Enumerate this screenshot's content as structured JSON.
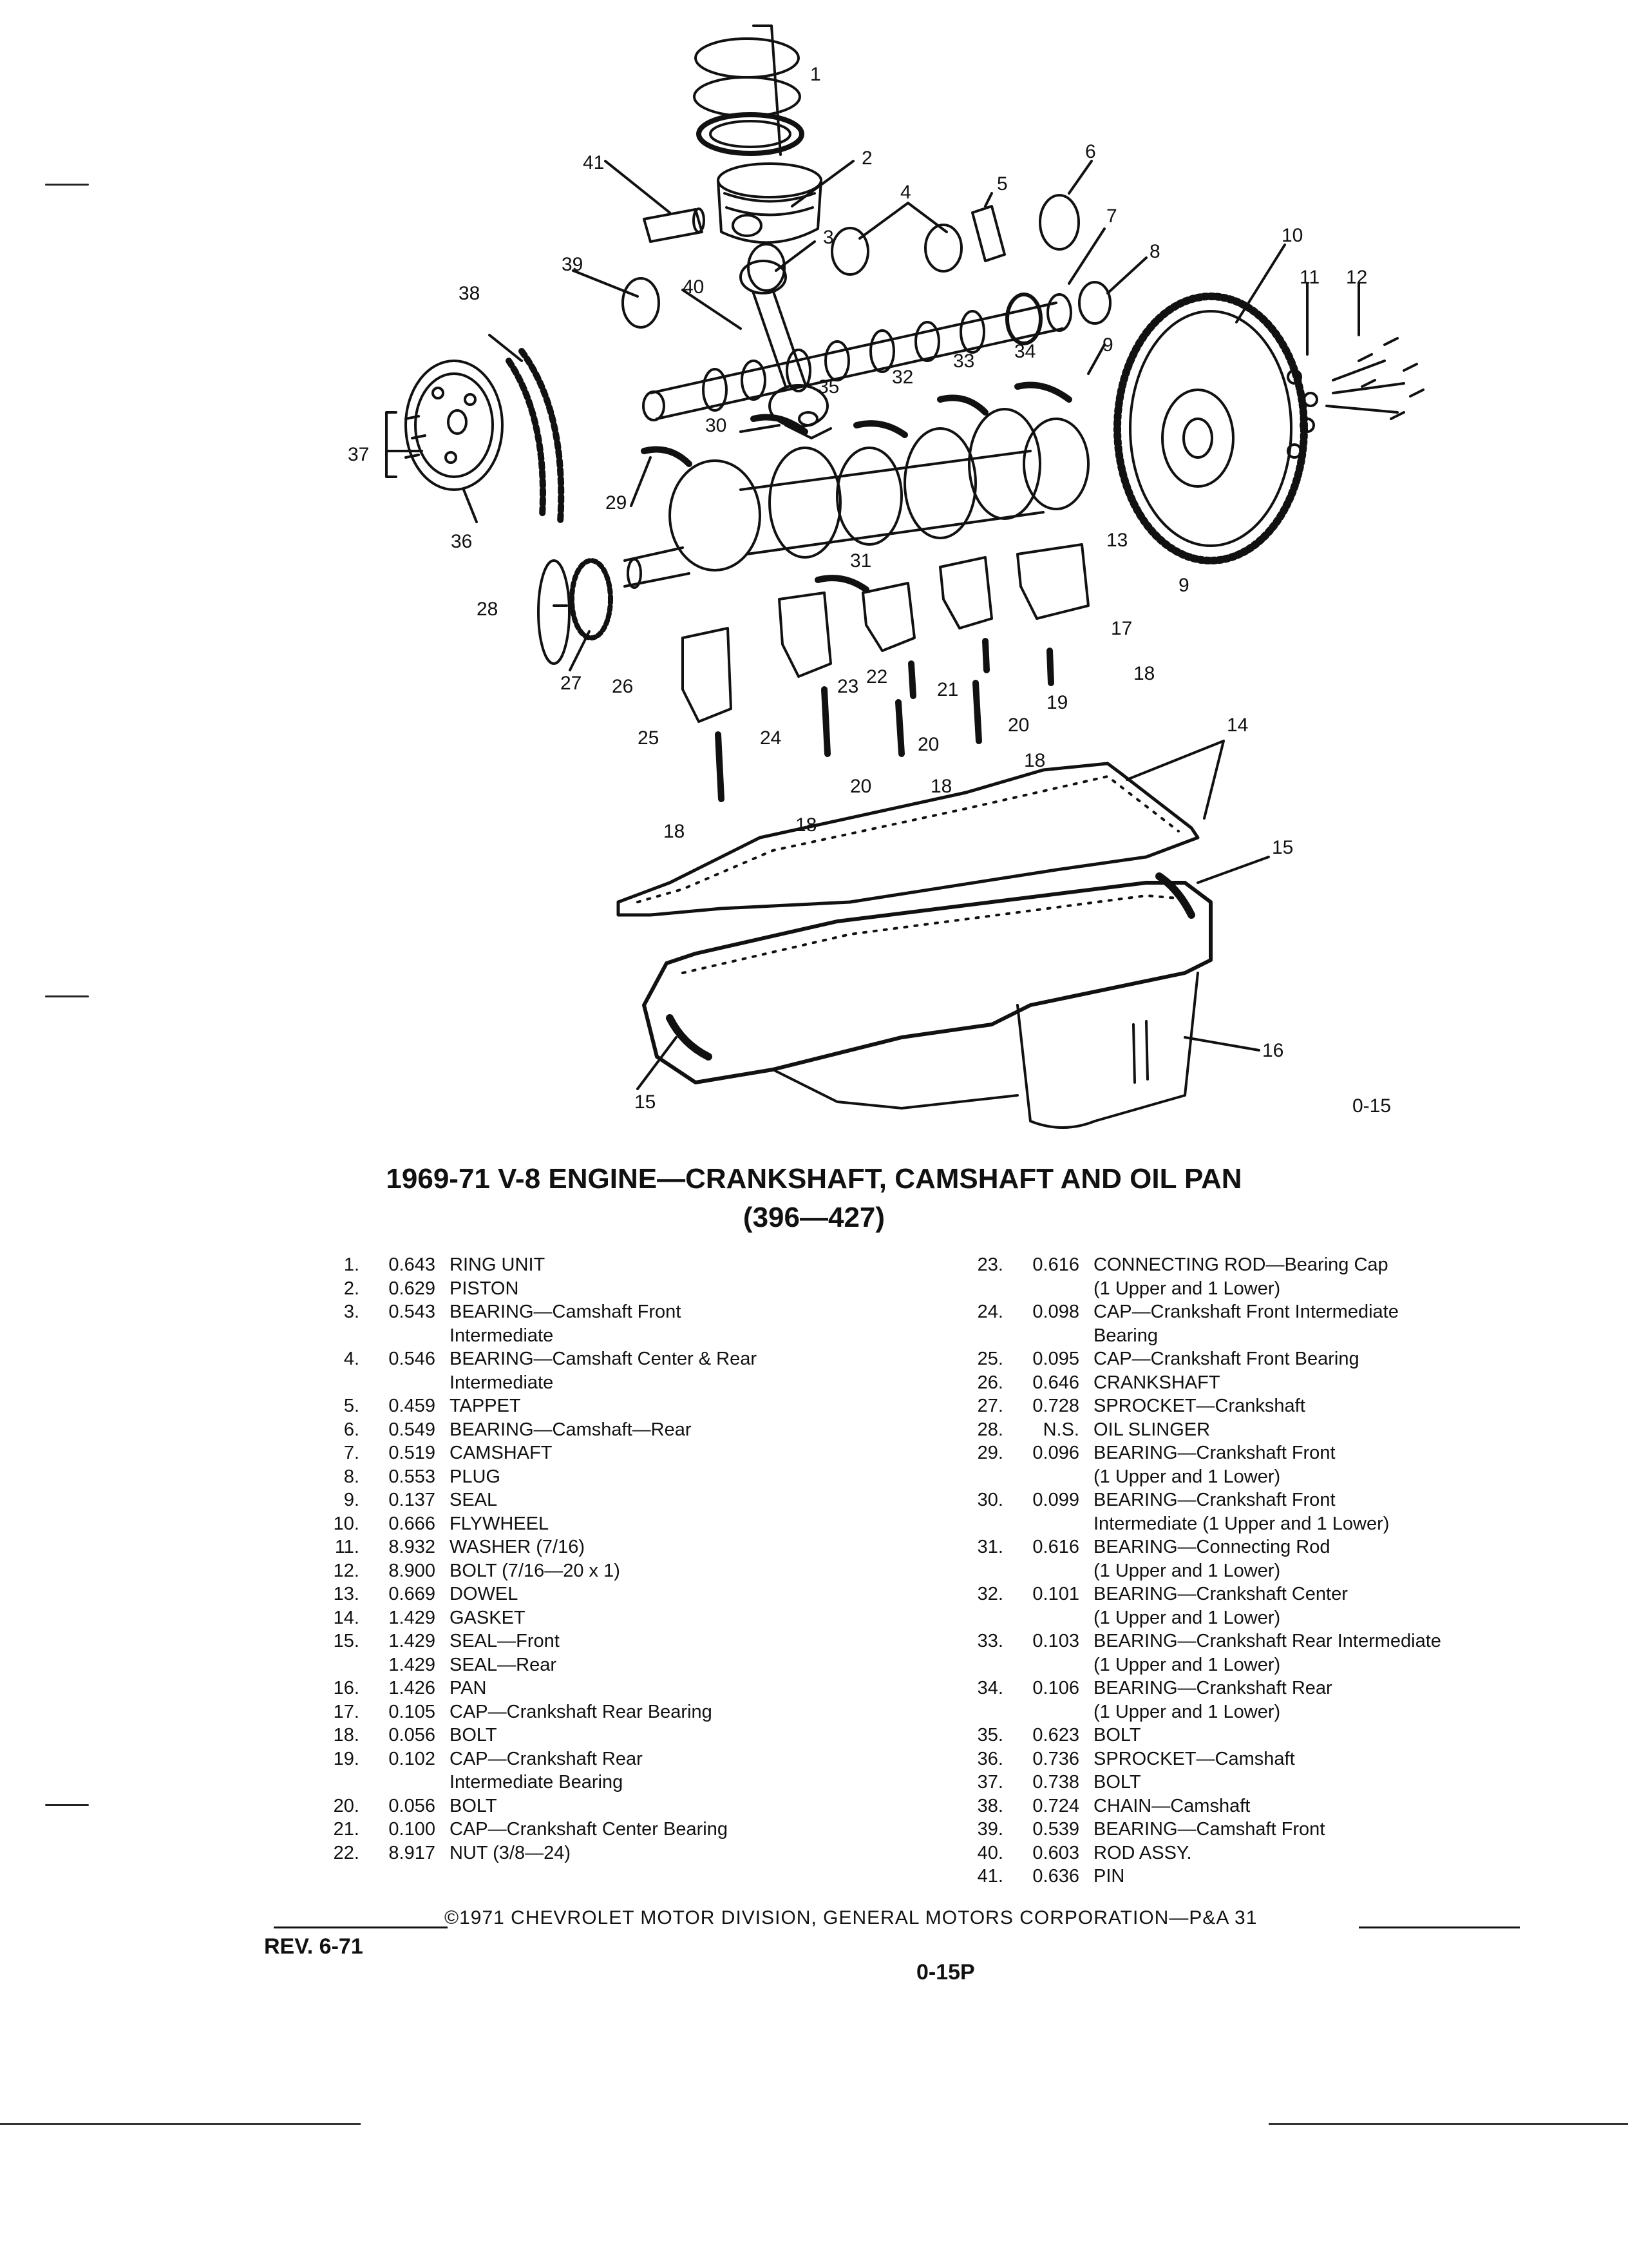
{
  "figure": {
    "code": "0-15",
    "callouts": [
      {
        "n": "1"
      },
      {
        "n": "2"
      },
      {
        "n": "3"
      },
      {
        "n": "4"
      },
      {
        "n": "5"
      },
      {
        "n": "6"
      },
      {
        "n": "7"
      },
      {
        "n": "8"
      },
      {
        "n": "9"
      },
      {
        "n": "9"
      },
      {
        "n": "10"
      },
      {
        "n": "11"
      },
      {
        "n": "12"
      },
      {
        "n": "13"
      },
      {
        "n": "14"
      },
      {
        "n": "15"
      },
      {
        "n": "15"
      },
      {
        "n": "16"
      },
      {
        "n": "17"
      },
      {
        "n": "18"
      },
      {
        "n": "18"
      },
      {
        "n": "18"
      },
      {
        "n": "18"
      },
      {
        "n": "18"
      },
      {
        "n": "19"
      },
      {
        "n": "20"
      },
      {
        "n": "20"
      },
      {
        "n": "20"
      },
      {
        "n": "21"
      },
      {
        "n": "22"
      },
      {
        "n": "23"
      },
      {
        "n": "24"
      },
      {
        "n": "25"
      },
      {
        "n": "26"
      },
      {
        "n": "27"
      },
      {
        "n": "28"
      },
      {
        "n": "29"
      },
      {
        "n": "30"
      },
      {
        "n": "31"
      },
      {
        "n": "32"
      },
      {
        "n": "33"
      },
      {
        "n": "34"
      },
      {
        "n": "35"
      },
      {
        "n": "36"
      },
      {
        "n": "37"
      },
      {
        "n": "38"
      },
      {
        "n": "39"
      },
      {
        "n": "40"
      },
      {
        "n": "41"
      }
    ]
  },
  "title": {
    "line1": "1969-71 V-8 ENGINE—CRANKSHAFT, CAMSHAFT AND OIL PAN",
    "line2": "(396—427)"
  },
  "parts_left": [
    {
      "num": "1.",
      "code": "0.643",
      "desc": "RING UNIT"
    },
    {
      "num": "2.",
      "code": "0.629",
      "desc": "PISTON"
    },
    {
      "num": "3.",
      "code": "0.543",
      "desc": "BEARING—Camshaft Front"
    },
    {
      "num": "",
      "code": "",
      "desc": "Intermediate"
    },
    {
      "num": "4.",
      "code": "0.546",
      "desc": "BEARING—Camshaft Center & Rear"
    },
    {
      "num": "",
      "code": "",
      "desc": "Intermediate"
    },
    {
      "num": "5.",
      "code": "0.459",
      "desc": "TAPPET"
    },
    {
      "num": "6.",
      "code": "0.549",
      "desc": "BEARING—Camshaft—Rear"
    },
    {
      "num": "7.",
      "code": "0.519",
      "desc": "CAMSHAFT"
    },
    {
      "num": "8.",
      "code": "0.553",
      "desc": "PLUG"
    },
    {
      "num": "9.",
      "code": "0.137",
      "desc": "SEAL"
    },
    {
      "num": "10.",
      "code": "0.666",
      "desc": "FLYWHEEL"
    },
    {
      "num": "11.",
      "code": "8.932",
      "desc": "WASHER (7/16)"
    },
    {
      "num": "12.",
      "code": "8.900",
      "desc": "BOLT (7/16—20 x 1)"
    },
    {
      "num": "13.",
      "code": "0.669",
      "desc": "DOWEL"
    },
    {
      "num": "14.",
      "code": "1.429",
      "desc": "GASKET"
    },
    {
      "num": "15.",
      "code": "1.429",
      "desc": "SEAL—Front"
    },
    {
      "num": "",
      "code": "1.429",
      "desc": "SEAL—Rear"
    },
    {
      "num": "16.",
      "code": "1.426",
      "desc": "PAN"
    },
    {
      "num": "17.",
      "code": "0.105",
      "desc": "CAP—Crankshaft Rear Bearing"
    },
    {
      "num": "18.",
      "code": "0.056",
      "desc": "BOLT"
    },
    {
      "num": "19.",
      "code": "0.102",
      "desc": "CAP—Crankshaft Rear"
    },
    {
      "num": "",
      "code": "",
      "desc": "Intermediate Bearing"
    },
    {
      "num": "20.",
      "code": "0.056",
      "desc": "BOLT"
    },
    {
      "num": "21.",
      "code": "0.100",
      "desc": "CAP—Crankshaft Center Bearing"
    },
    {
      "num": "22.",
      "code": "8.917",
      "desc": "NUT (3/8—24)"
    }
  ],
  "parts_right": [
    {
      "num": "23.",
      "code": "0.616",
      "desc": "CONNECTING ROD—Bearing Cap"
    },
    {
      "num": "",
      "code": "",
      "desc": "(1 Upper and 1 Lower)"
    },
    {
      "num": "24.",
      "code": "0.098",
      "desc": "CAP—Crankshaft Front Intermediate"
    },
    {
      "num": "",
      "code": "",
      "desc": "Bearing"
    },
    {
      "num": "25.",
      "code": "0.095",
      "desc": "CAP—Crankshaft Front Bearing"
    },
    {
      "num": "26.",
      "code": "0.646",
      "desc": "CRANKSHAFT"
    },
    {
      "num": "27.",
      "code": "0.728",
      "desc": "SPROCKET—Crankshaft"
    },
    {
      "num": "28.",
      "code": "N.S.",
      "desc": "OIL SLINGER"
    },
    {
      "num": "29.",
      "code": "0.096",
      "desc": "BEARING—Crankshaft Front"
    },
    {
      "num": "",
      "code": "",
      "desc": "(1 Upper and 1 Lower)"
    },
    {
      "num": "30.",
      "code": "0.099",
      "desc": "BEARING—Crankshaft Front"
    },
    {
      "num": "",
      "code": "",
      "desc": "Intermediate (1 Upper and 1 Lower)"
    },
    {
      "num": "31.",
      "code": "0.616",
      "desc": "BEARING—Connecting Rod"
    },
    {
      "num": "",
      "code": "",
      "desc": "(1 Upper and 1 Lower)"
    },
    {
      "num": "32.",
      "code": "0.101",
      "desc": "BEARING—Crankshaft Center"
    },
    {
      "num": "",
      "code": "",
      "desc": "(1 Upper and 1 Lower)"
    },
    {
      "num": "33.",
      "code": "0.103",
      "desc": "BEARING—Crankshaft Rear Intermediate"
    },
    {
      "num": "",
      "code": "",
      "desc": "(1 Upper and 1 Lower)"
    },
    {
      "num": "34.",
      "code": "0.106",
      "desc": "BEARING—Crankshaft Rear"
    },
    {
      "num": "",
      "code": "",
      "desc": "(1 Upper and 1 Lower)"
    },
    {
      "num": "35.",
      "code": "0.623",
      "desc": "BOLT"
    },
    {
      "num": "36.",
      "code": "0.736",
      "desc": "SPROCKET—Camshaft"
    },
    {
      "num": "37.",
      "code": "0.738",
      "desc": "BOLT"
    },
    {
      "num": "38.",
      "code": "0.724",
      "desc": "CHAIN—Camshaft"
    },
    {
      "num": "39.",
      "code": "0.539",
      "desc": "BEARING—Camshaft Front"
    },
    {
      "num": "40.",
      "code": "0.603",
      "desc": "ROD ASSY."
    },
    {
      "num": "41.",
      "code": "0.636",
      "desc": "PIN"
    }
  ],
  "footer": {
    "copyright": "©1971 CHEVROLET MOTOR DIVISION, GENERAL MOTORS CORPORATION—P&A 31",
    "revision": "REV. 6-71",
    "page": "0-15P"
  }
}
